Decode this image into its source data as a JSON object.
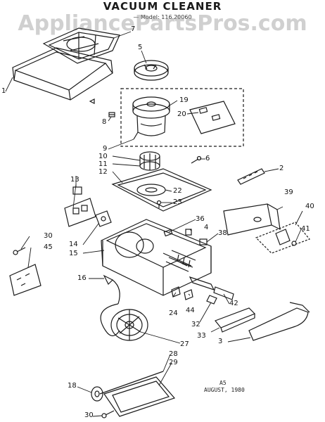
{
  "title": "VACUUM CLEANER",
  "model": "— Model: 116.20060",
  "watermark": "AppliancePartsPros.com",
  "callouts": {
    "c1": "1",
    "c2": "2",
    "c3": "3",
    "c4": "4",
    "c5": "5",
    "c6": "6",
    "c7": "7",
    "c8": "8",
    "c9": "9",
    "c10": "10",
    "c11": "11",
    "c12": "12",
    "c13": "13",
    "c14": "14",
    "c15": "15",
    "c16": "16",
    "c18": "18",
    "c19": "19",
    "c20": "20",
    "c22": "22",
    "c23": "23",
    "c24": "24",
    "c27": "27",
    "c28": "28",
    "c29": "29",
    "c30a": "30",
    "c30b": "30",
    "c32": "32",
    "c33": "33",
    "c36": "36",
    "c38": "38",
    "c39": "39",
    "c40": "40",
    "c41": "41",
    "c42": "42",
    "c44": "44",
    "c45": "45"
  },
  "footer": {
    "code": "A5",
    "date": "AUGUST, 1980"
  },
  "colors": {
    "ink": "#1a1a1a",
    "watermark": "#969696"
  }
}
